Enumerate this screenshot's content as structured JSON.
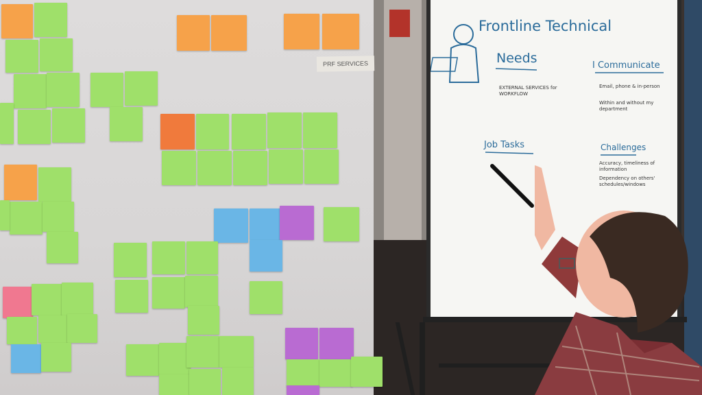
{
  "scene": {
    "label_text": "PRF SERVICES",
    "board_title": "Frontline Technical",
    "sections": {
      "needs": "Needs",
      "i_communicate": "I Communicate",
      "job_tasks": "Job Tasks",
      "challenges": "Challenges"
    },
    "needs_line": "EXTERNAL SERVICES for WORKFLOW",
    "communicate_lines": [
      "Email, phone & in-person",
      "Within and without my department"
    ],
    "challenges_lines": [
      "Accuracy, timeliness of information",
      "Dependency on others' schedules/windows"
    ],
    "colors": {
      "wall": "#dcdada",
      "sticky_green": "#9fe06a",
      "sticky_orange": "#f6a24a",
      "sticky_pink": "#f07890",
      "sticky_blue": "#6ab6e6",
      "sticky_purple": "#b96bd2",
      "marker_blue": "#2a6b9a"
    }
  }
}
